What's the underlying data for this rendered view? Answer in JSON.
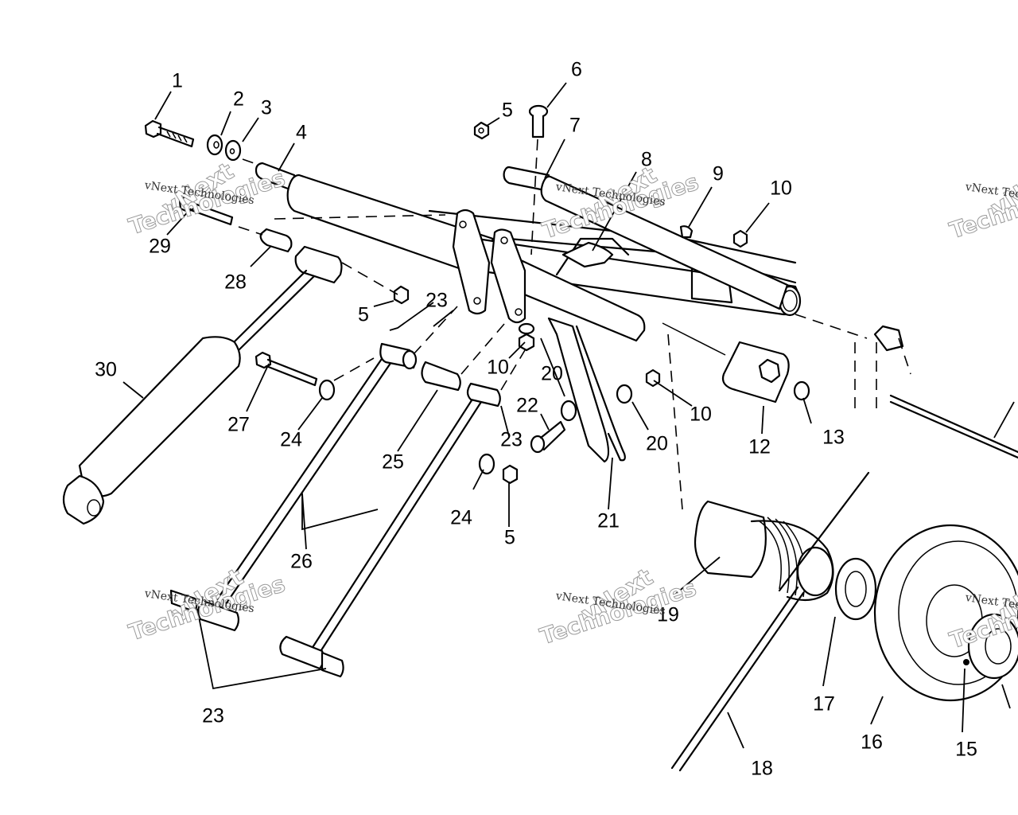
{
  "diagram": {
    "title": "Rear suspension torque arm exploded parts diagram",
    "colors": {
      "line": "#000000",
      "background": "#ffffff",
      "watermark_outline": "#9a9a9a"
    },
    "callouts": [
      {
        "id": "c1",
        "label": "1"
      },
      {
        "id": "c2",
        "label": "2"
      },
      {
        "id": "c3",
        "label": "3"
      },
      {
        "id": "c4",
        "label": "4"
      },
      {
        "id": "c5a",
        "label": "5"
      },
      {
        "id": "c6",
        "label": "6"
      },
      {
        "id": "c7",
        "label": "7"
      },
      {
        "id": "c8",
        "label": "8"
      },
      {
        "id": "c9",
        "label": "9"
      },
      {
        "id": "c10a",
        "label": "10"
      },
      {
        "id": "c29",
        "label": "29"
      },
      {
        "id": "c28",
        "label": "28"
      },
      {
        "id": "c5b",
        "label": "5"
      },
      {
        "id": "c23a",
        "label": "23"
      },
      {
        "id": "c30",
        "label": "30"
      },
      {
        "id": "c10b",
        "label": "10"
      },
      {
        "id": "c20a",
        "label": "20"
      },
      {
        "id": "c10c",
        "label": "10"
      },
      {
        "id": "c27",
        "label": "27"
      },
      {
        "id": "c24a",
        "label": "24"
      },
      {
        "id": "c25",
        "label": "25"
      },
      {
        "id": "c22",
        "label": "22"
      },
      {
        "id": "c23b",
        "label": "23"
      },
      {
        "id": "c20b",
        "label": "20"
      },
      {
        "id": "c12",
        "label": "12"
      },
      {
        "id": "c13",
        "label": "13"
      },
      {
        "id": "c24b",
        "label": "24"
      },
      {
        "id": "c5c",
        "label": "5"
      },
      {
        "id": "c21",
        "label": "21"
      },
      {
        "id": "c26",
        "label": "26"
      },
      {
        "id": "c19",
        "label": "19"
      },
      {
        "id": "c17",
        "label": "17"
      },
      {
        "id": "c23c",
        "label": "23"
      },
      {
        "id": "c16",
        "label": "16"
      },
      {
        "id": "c15",
        "label": "15"
      },
      {
        "id": "c18",
        "label": "18"
      }
    ],
    "watermark": {
      "line1": "vNext Technologies",
      "big_top": "vNext",
      "big_bottom": "Technologies"
    }
  }
}
